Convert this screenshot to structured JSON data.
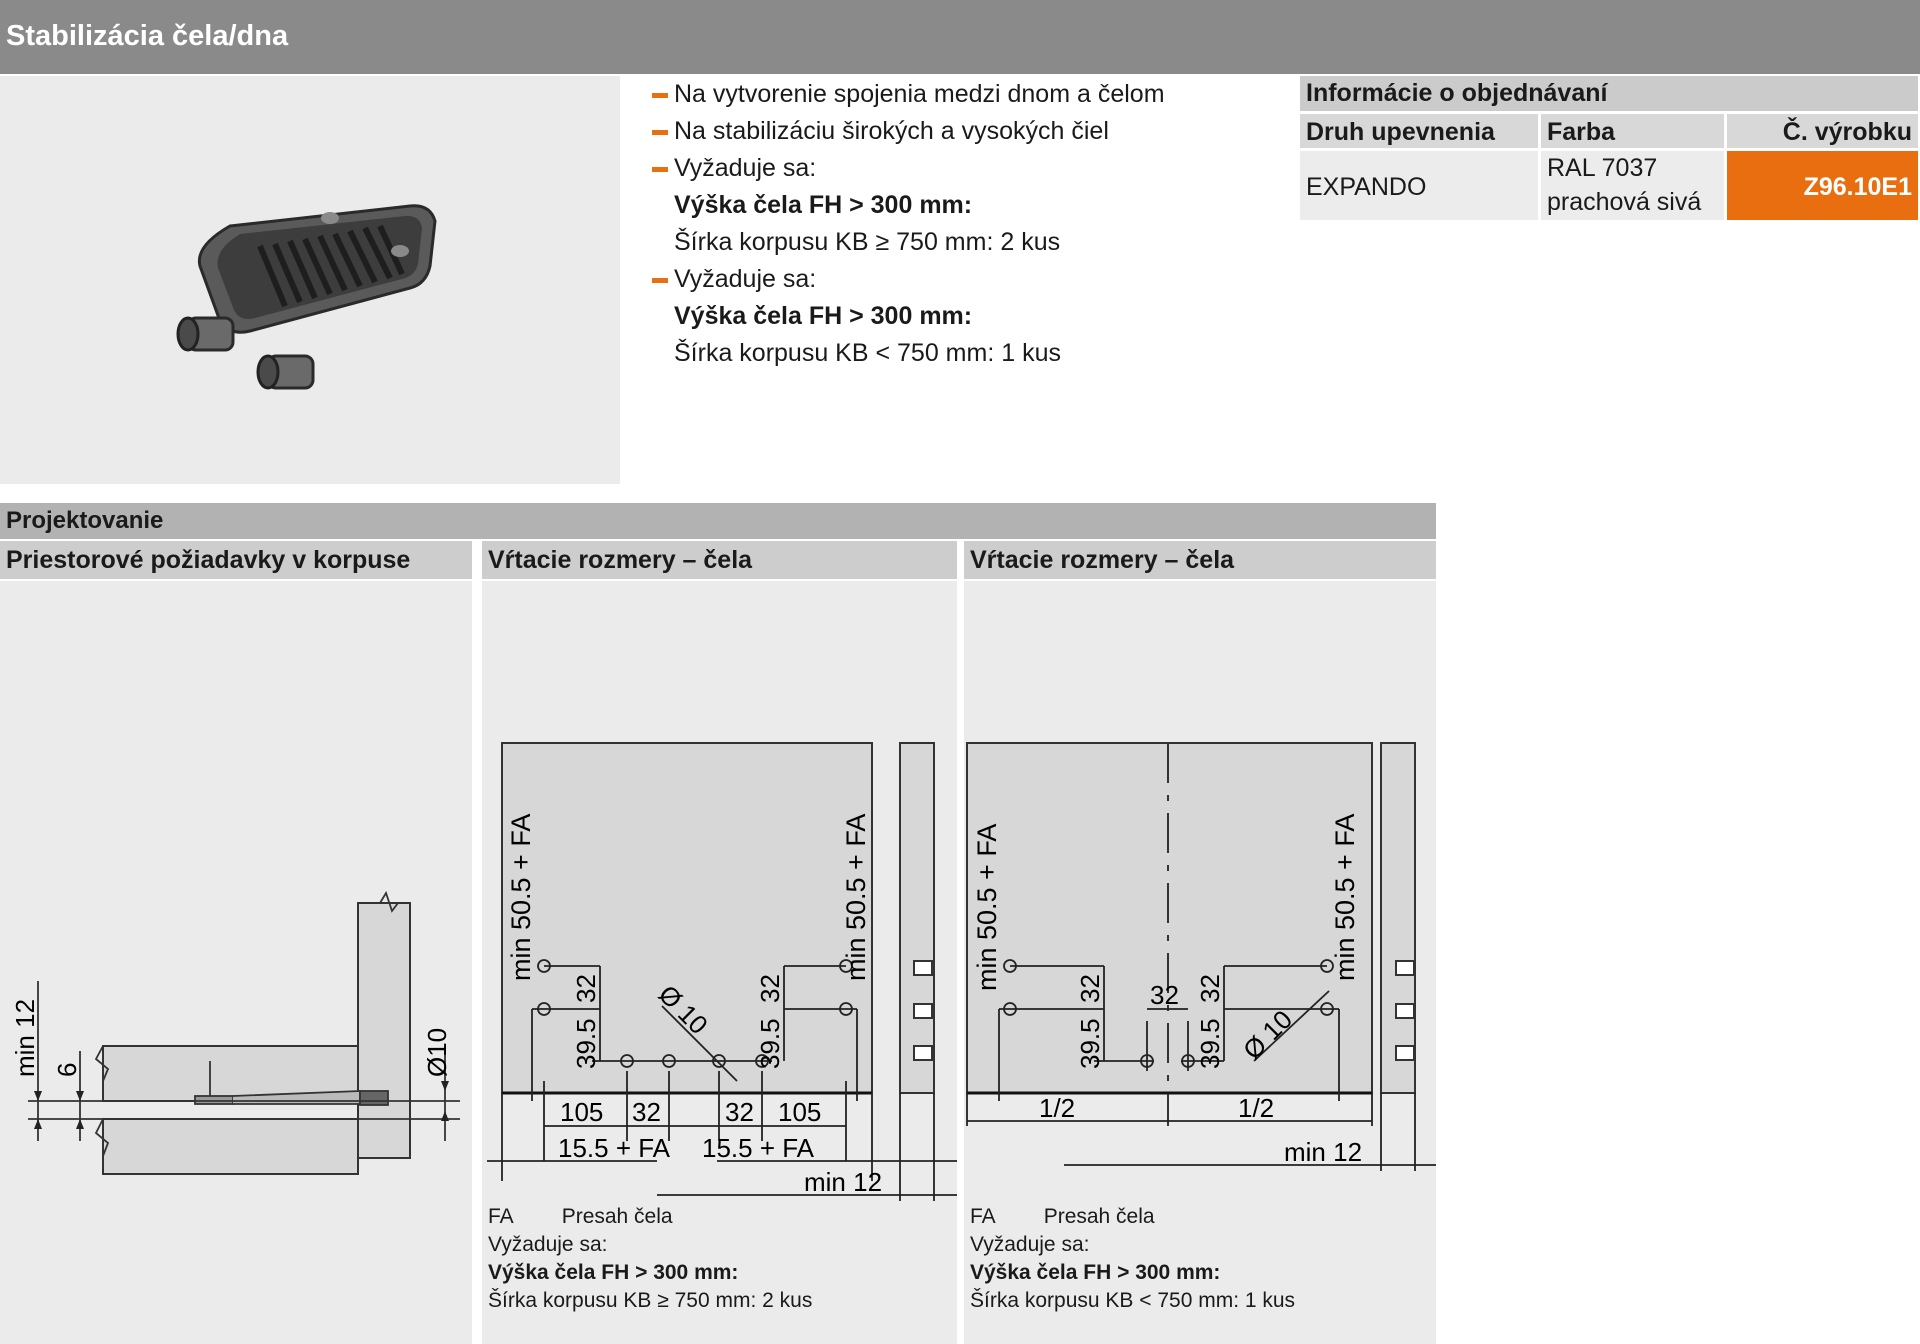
{
  "header": {
    "title": "Stabilizácia čela/dna"
  },
  "features": [
    {
      "text": "Na vytvorenie spojenia medzi dnom a čelom",
      "dash": true,
      "bold": false
    },
    {
      "text": "Na stabilizáciu širokých a vysokých čiel",
      "dash": true,
      "bold": false
    },
    {
      "text": "Vyžaduje sa:",
      "dash": true,
      "bold": false
    },
    {
      "text": "Výška čela FH > 300 mm:",
      "dash": false,
      "bold": true
    },
    {
      "text": "Šírka korpusu KB ≥ 750 mm: 2 kus",
      "dash": false,
      "bold": false
    },
    {
      "text": "Vyžaduje sa:",
      "dash": true,
      "bold": false
    },
    {
      "text": "Výška čela FH > 300 mm:",
      "dash": false,
      "bold": true
    },
    {
      "text": "Šírka korpusu KB < 750 mm: 1 kus",
      "dash": false,
      "bold": false
    }
  ],
  "order": {
    "title": "Informácie o objednávaní",
    "col_type": "Druh upevnenia",
    "col_color": "Farba",
    "col_code": "Č. výrobku",
    "type": "EXPANDO",
    "color_line1": "RAL 7037",
    "color_line2": "prachová sivá",
    "code": "Z96.10E1"
  },
  "planning": {
    "title": "Projektovanie",
    "col1": "Priestorové požiadavky v korpuse",
    "col2": "Vŕtacie rozmery – čela",
    "col3": "Vŕtacie rozmery – čela"
  },
  "diagram1": {
    "min12": "min 12",
    "six": "6",
    "dia10": "Ø10"
  },
  "diagram2": {
    "min505": "min 50.5 + FA",
    "d32": "32",
    "d395": "39.5",
    "dia": "Ø 10",
    "d105": "105",
    "d155": "15.5 + FA",
    "min12": "min 12"
  },
  "diagram3": {
    "min505": "min 50.5 + FA",
    "d32": "32",
    "d395": "39.5",
    "dia": "Ø 10",
    "half": "1/2",
    "min12": "min 12"
  },
  "notes": {
    "fa": "FA",
    "fa_text": "Presah čela",
    "req": "Vyžaduje sa:",
    "fh": "Výška čela FH > 300 mm:",
    "kb2": "Šírka korpusu KB ≥ 750 mm: 2 kus",
    "kb1": "Šírka korpusu KB < 750 mm: 1 kus"
  }
}
